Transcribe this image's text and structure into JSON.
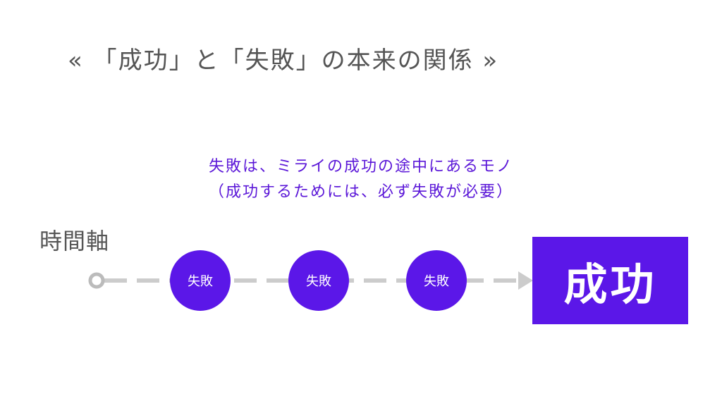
{
  "title": "« 「成功」と「失敗」の本来の関係 »",
  "subtitle": {
    "line1": "失敗は、ミライの成功の途中にあるモノ",
    "line2": "（成功するためには、必ず失敗が必要）"
  },
  "axis_label": "時間軸",
  "nodes": [
    {
      "label": "失敗"
    },
    {
      "label": "失敗"
    },
    {
      "label": "失敗"
    }
  ],
  "goal": {
    "label": "成功"
  },
  "colors": {
    "accent": "#5b17e8",
    "subtitle_text": "#5b17d8",
    "title_text": "#555555",
    "timeline": "#cccccc"
  }
}
